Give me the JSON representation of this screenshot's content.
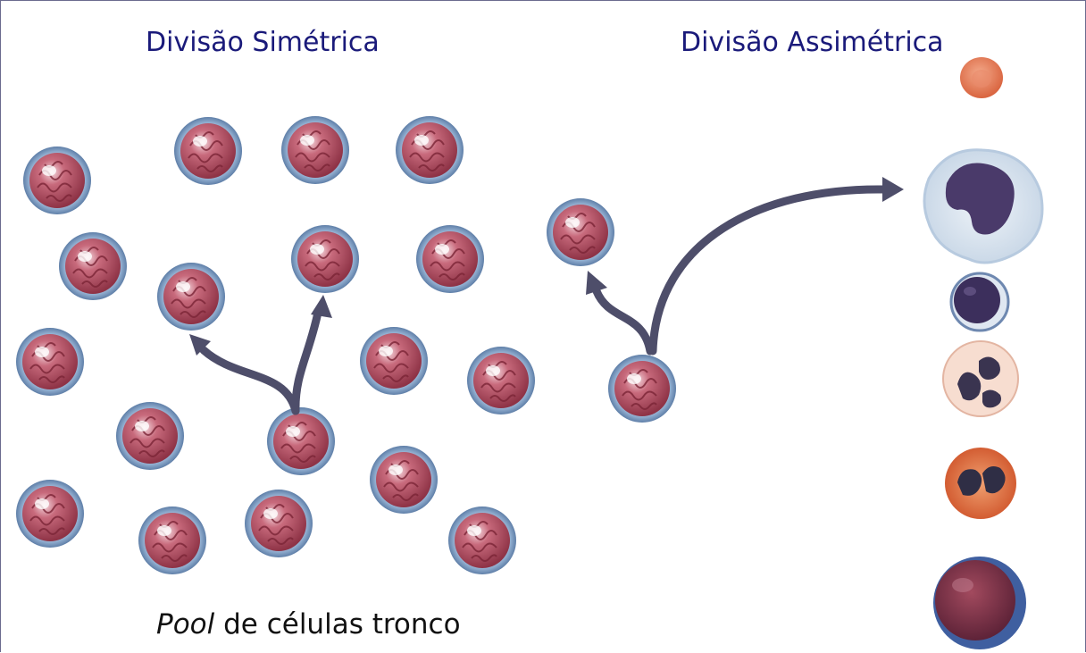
{
  "diagram": {
    "title_symmetric": "Divisão Simétrica",
    "title_asymmetric": "Divisão Assimétrica",
    "caption_italic": "Pool",
    "caption_rest": " de células tronco",
    "colors": {
      "title": "#1a1a7a",
      "arrow": "#4e4e6a",
      "cell_membrane": "#7fa0c8",
      "cell_body": "#b24a5c"
    },
    "mature_cell_icons": [
      "erythrocyte-icon",
      "monocyte-icon",
      "lymphocyte-icon",
      "neutrophil-icon",
      "eosinophil-icon",
      "basophil-icon"
    ]
  }
}
